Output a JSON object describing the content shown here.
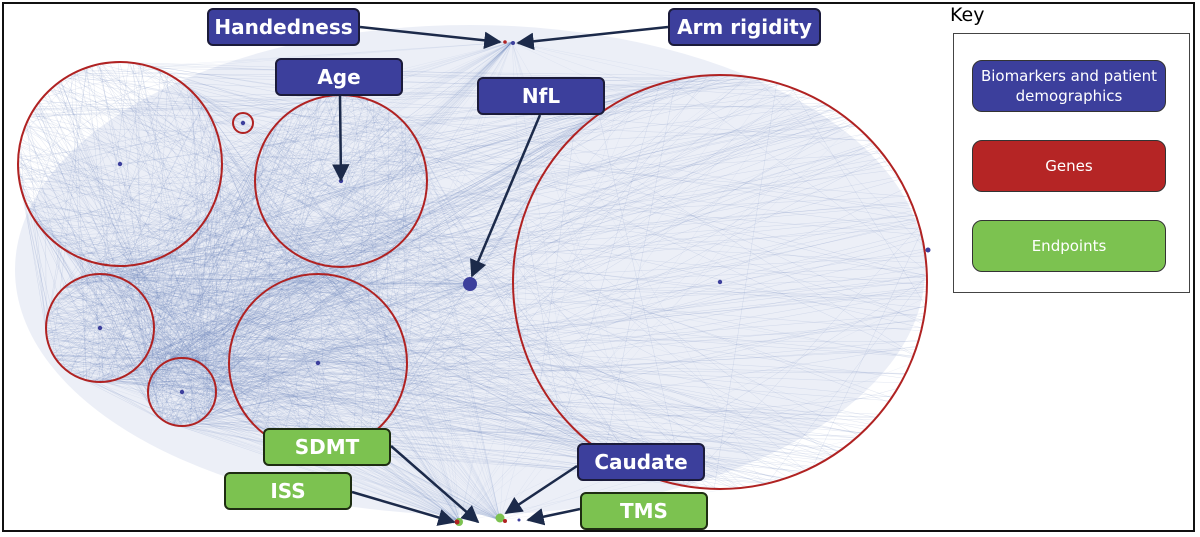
{
  "figure": {
    "description": "Network graph of biomarkers, patient demographics, genes and endpoints",
    "colors": {
      "biomarker": "#3c3f9c",
      "gene": "#b02222",
      "endpoint": "#7cc250",
      "edge": "#5a74b0"
    }
  },
  "labels": {
    "biomarkers": [
      {
        "id": "handedness",
        "text": "Handedness"
      },
      {
        "id": "arm-rigidity",
        "text": "Arm rigidity"
      },
      {
        "id": "age",
        "text": "Age"
      },
      {
        "id": "nfl",
        "text": "NfL"
      },
      {
        "id": "caudate",
        "text": "Caudate"
      }
    ],
    "endpoints": [
      {
        "id": "sdmt",
        "text": "SDMT"
      },
      {
        "id": "iss",
        "text": "ISS"
      },
      {
        "id": "tms",
        "text": "TMS"
      }
    ]
  },
  "key": {
    "title": "Key",
    "items": [
      {
        "label": "Biomarkers and patient demographics",
        "color": "#3c3f9c"
      },
      {
        "label": "Genes",
        "color": "#b52525"
      },
      {
        "label": "Endpoints",
        "color": "#7cc250"
      }
    ]
  }
}
